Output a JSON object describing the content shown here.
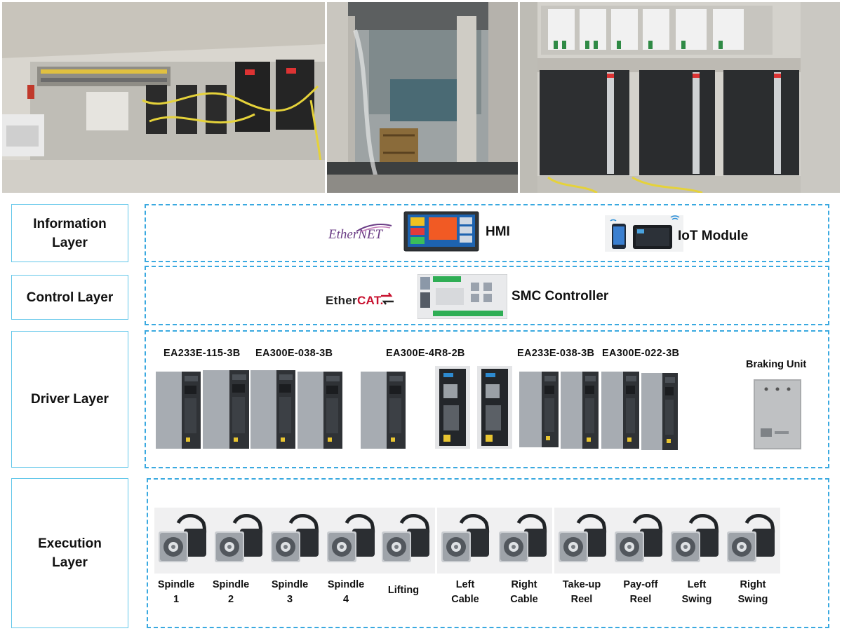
{
  "photos": [
    {
      "name": "control-cabinet-photo"
    },
    {
      "name": "machine-frame-photo"
    },
    {
      "name": "drive-cabinet-photo"
    }
  ],
  "layers": {
    "information": "Information\nLayer",
    "control": "Control Layer",
    "driver": "Driver Layer",
    "execution": "Execution\nLayer"
  },
  "information": {
    "ethernet_logo": "EtherNET",
    "hmi_label": "HMI",
    "iot_label": "IoT Module"
  },
  "control": {
    "ethercat_logo_prefix": "Ether",
    "ethercat_logo_suffix": "CAT.",
    "controller_label": "SMC Controller"
  },
  "driver": {
    "models": [
      "EA233E-115-3B",
      "EA300E-038-3B",
      "EA300E-4R8-2B",
      "EA233E-038-3B",
      "EA300E-022-3B"
    ],
    "braking_unit": "Braking Unit"
  },
  "execution": {
    "motors": [
      "Spindle\n1",
      "Spindle\n2",
      "Spindle\n3",
      "Spindle\n4",
      "Lifting",
      "Left\nCable",
      "Right\nCable",
      "Take-up\nReel",
      "Pay-off\nReel",
      "Left\nSwing",
      "Right\nSwing"
    ]
  },
  "colors": {
    "layer_border": "#63c7ea",
    "dashed_border": "#3aa9e0",
    "ethernet": "#6b3d86",
    "ethercat_red": "#c8102e"
  }
}
